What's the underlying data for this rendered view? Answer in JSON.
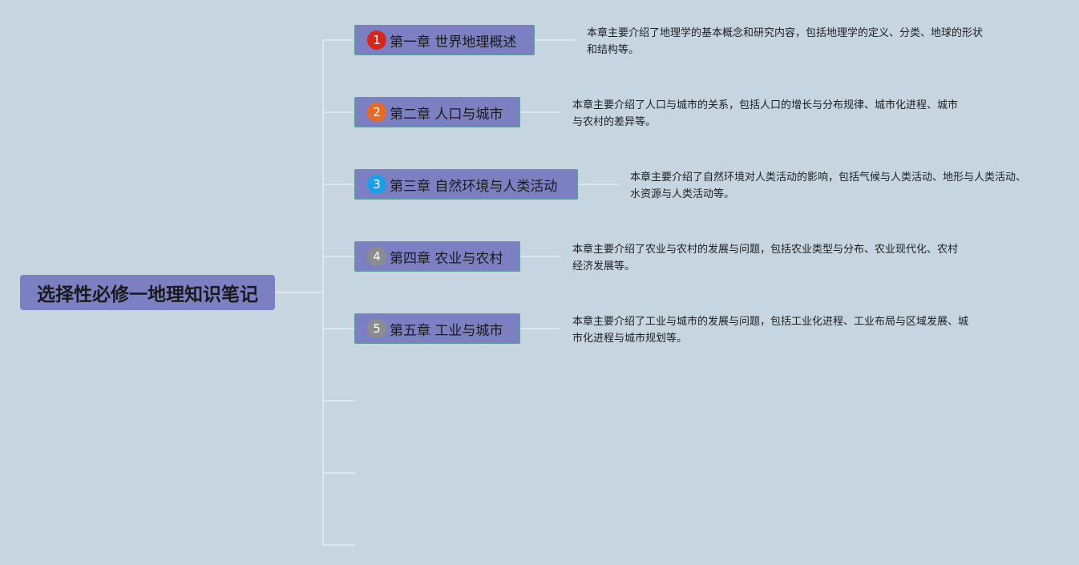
{
  "root": {
    "title": "选择性必修一地理知识笔记"
  },
  "chapters": [
    {
      "marker": "1",
      "marker_color": "#d9261c",
      "title": "第一章 世界地理概述",
      "description": "本章主要介绍了地理学的基本概念和研究内容，包括地理学的定义、分类、地球的形状和结构等。"
    },
    {
      "marker": "2",
      "marker_color": "#ea6a20",
      "title": "第二章 人口与城市",
      "description": "本章主要介绍了人口与城市的关系，包括人口的增长与分布规律、城市化进程、城市与农村的差异等。"
    },
    {
      "marker": "3",
      "marker_color": "#1aa0e6",
      "title": "第三章 自然环境与人类活动",
      "description": "本章主要介绍了自然环境对人类活动的影响，包括气候与人类活动、地形与人类活动、水资源与人类活动等。"
    },
    {
      "marker": "4",
      "marker_color": "#8c8c8c",
      "title": "第四章 农业与农村",
      "description": "本章主要介绍了农业与农村的发展与问题，包括农业类型与分布、农业现代化、农村经济发展等。"
    },
    {
      "marker": "5",
      "marker_color": "#8c8c8c",
      "title": "第五章 工业与城市",
      "description": "本章主要介绍了工业与城市的发展与问题，包括工业化进程、工业布局与区域发展、城市化进程与城市规划等。"
    }
  ],
  "theme": {
    "background": "#c7d5e1",
    "node_fill": "#7c80c2",
    "node_border": "#5e9c9a",
    "connector": "#e4ebf1"
  }
}
